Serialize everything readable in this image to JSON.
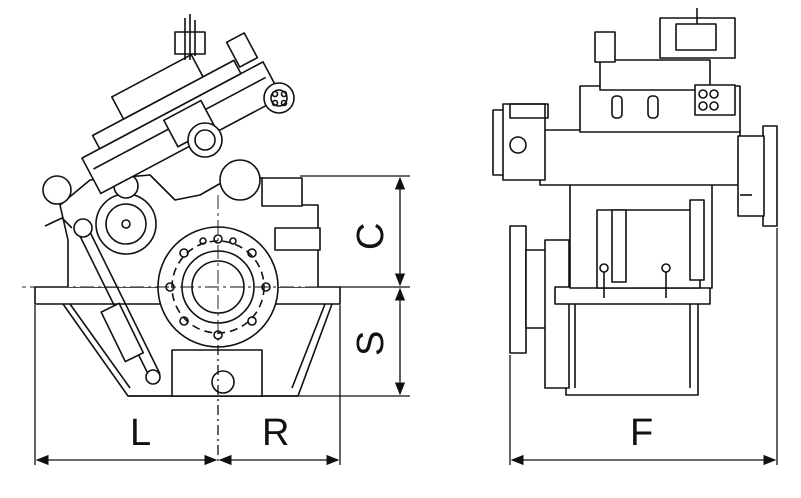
{
  "dimensions": {
    "L": "L",
    "R": "R",
    "F": "F",
    "C": "C",
    "S": "S"
  },
  "colors": {
    "line": "#111111",
    "background": "#ffffff"
  }
}
